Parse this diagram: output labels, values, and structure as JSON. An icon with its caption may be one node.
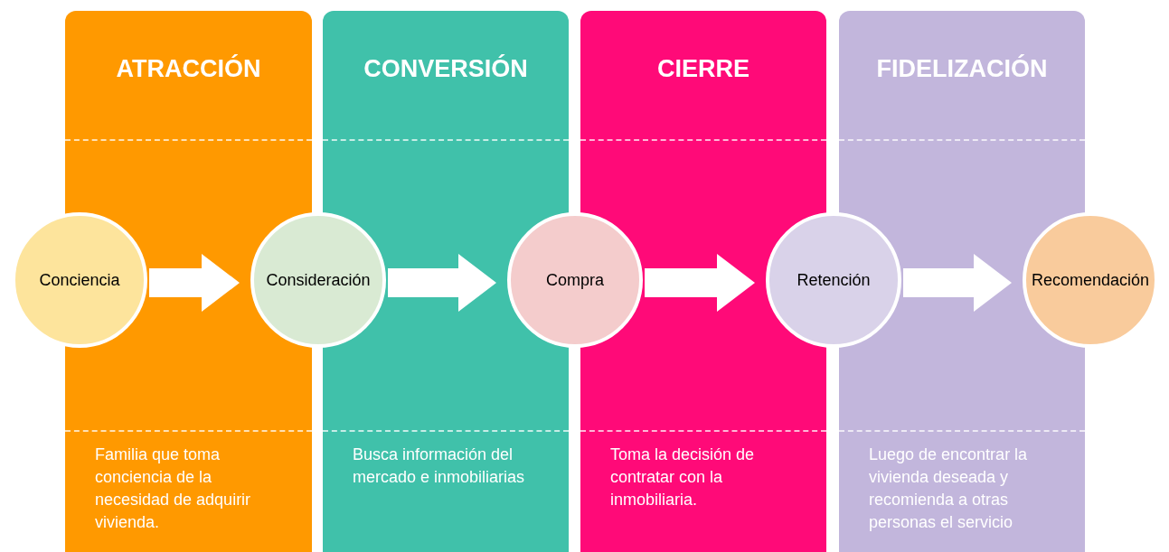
{
  "diagram": {
    "nodes": [
      {
        "text": [
          "ATRACCIÓN",
          "Familia que toma conciencia de la necesidad de adquirir vivienda."
        ]
      },
      {
        "text": [
          "CONVERSIÓN",
          "Busca información del mercado e inmobiliarias"
        ]
      },
      {
        "text": [
          "CIERRE",
          "Toma la decisión de contratar con la inmobiliaria."
        ]
      },
      {
        "text": [
          "FIDELIZACIÓN",
          "Luego de encontrar la vivienda deseada y recomienda a otras personas el servicio"
        ]
      },
      {
        "text": [
          "Conciencia"
        ]
      },
      {
        "text": [
          "Consideración"
        ]
      },
      {
        "text": [
          "Compra"
        ]
      },
      {
        "text": [
          "Retención"
        ]
      },
      {
        "text": [
          "Recomendación"
        ]
      }
    ],
    "edges": [
      {
        "from": 4,
        "to": 5,
        "arrow": "to"
      },
      {
        "from": 5,
        "to": 6,
        "arrow": "to"
      },
      {
        "from": 6,
        "to": 7,
        "arrow": "to"
      },
      {
        "from": 7,
        "to": 8,
        "arrow": "to"
      }
    ]
  }
}
